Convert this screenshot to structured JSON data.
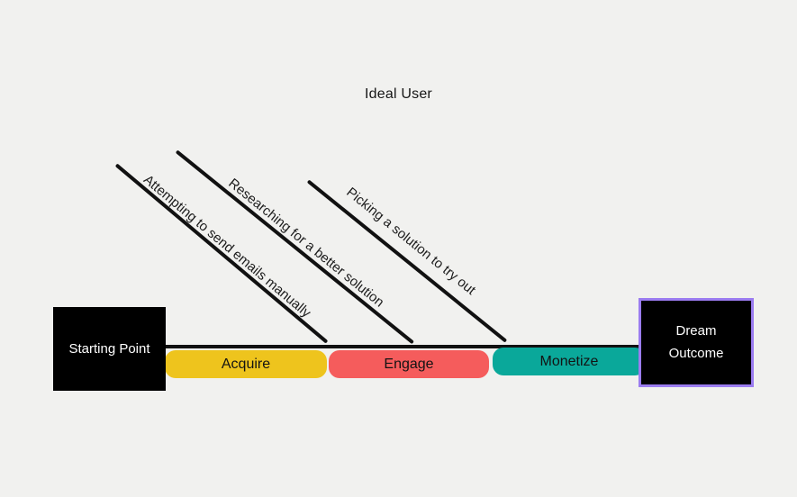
{
  "diagram": {
    "title": "Ideal User",
    "background": "#f1f1ef",
    "line_color": "#111111",
    "branches": [
      {
        "label": "Attempting to send emails manually"
      },
      {
        "label": "Researching for a better solution"
      },
      {
        "label": "Picking a solution to try out"
      }
    ],
    "start_node": {
      "label": "Starting Point",
      "bg": "#000000",
      "text_color": "#ffffff"
    },
    "end_node": {
      "label": "Dream Outcome",
      "bg": "#000000",
      "text_color": "#ffffff",
      "selection_color": "#9b7cf0"
    },
    "phases": [
      {
        "label": "Acquire",
        "color": "#eec41d"
      },
      {
        "label": "Engage",
        "color": "#f55c5c"
      },
      {
        "label": "Monetize",
        "color": "#0aa89a"
      }
    ]
  }
}
